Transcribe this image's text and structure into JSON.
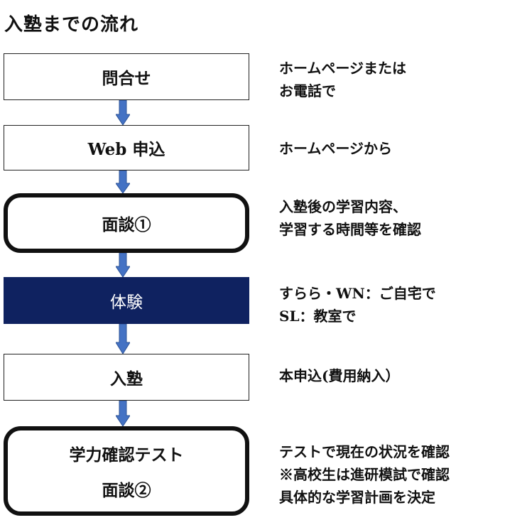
{
  "title": "入塾までの流れ",
  "steps": [
    {
      "label": "問合せ",
      "note": [
        "ホームページまたは",
        "お電話で"
      ]
    },
    {
      "label": "Web 申込",
      "note": [
        "ホームページから"
      ]
    },
    {
      "label": "面談①",
      "note": [
        "入塾後の学習内容、",
        "学習する時間等を確認"
      ]
    },
    {
      "label": "体験",
      "note": [
        "すらら・WN：ご自宅で",
        "SL：教室で"
      ]
    },
    {
      "label": "入塾",
      "note": [
        "本申込(費用納入）"
      ]
    },
    {
      "label": "学力確認テスト",
      "label2": "面談②",
      "note": [
        "テストで現在の状況を確認",
        "※高校生は進研模試で確認",
        "具体的な学習計画を決定"
      ]
    }
  ],
  "colors": {
    "arrow": "#4472c4",
    "arrow_edge": "#2f5597",
    "highlight_box": "#0f2260"
  }
}
